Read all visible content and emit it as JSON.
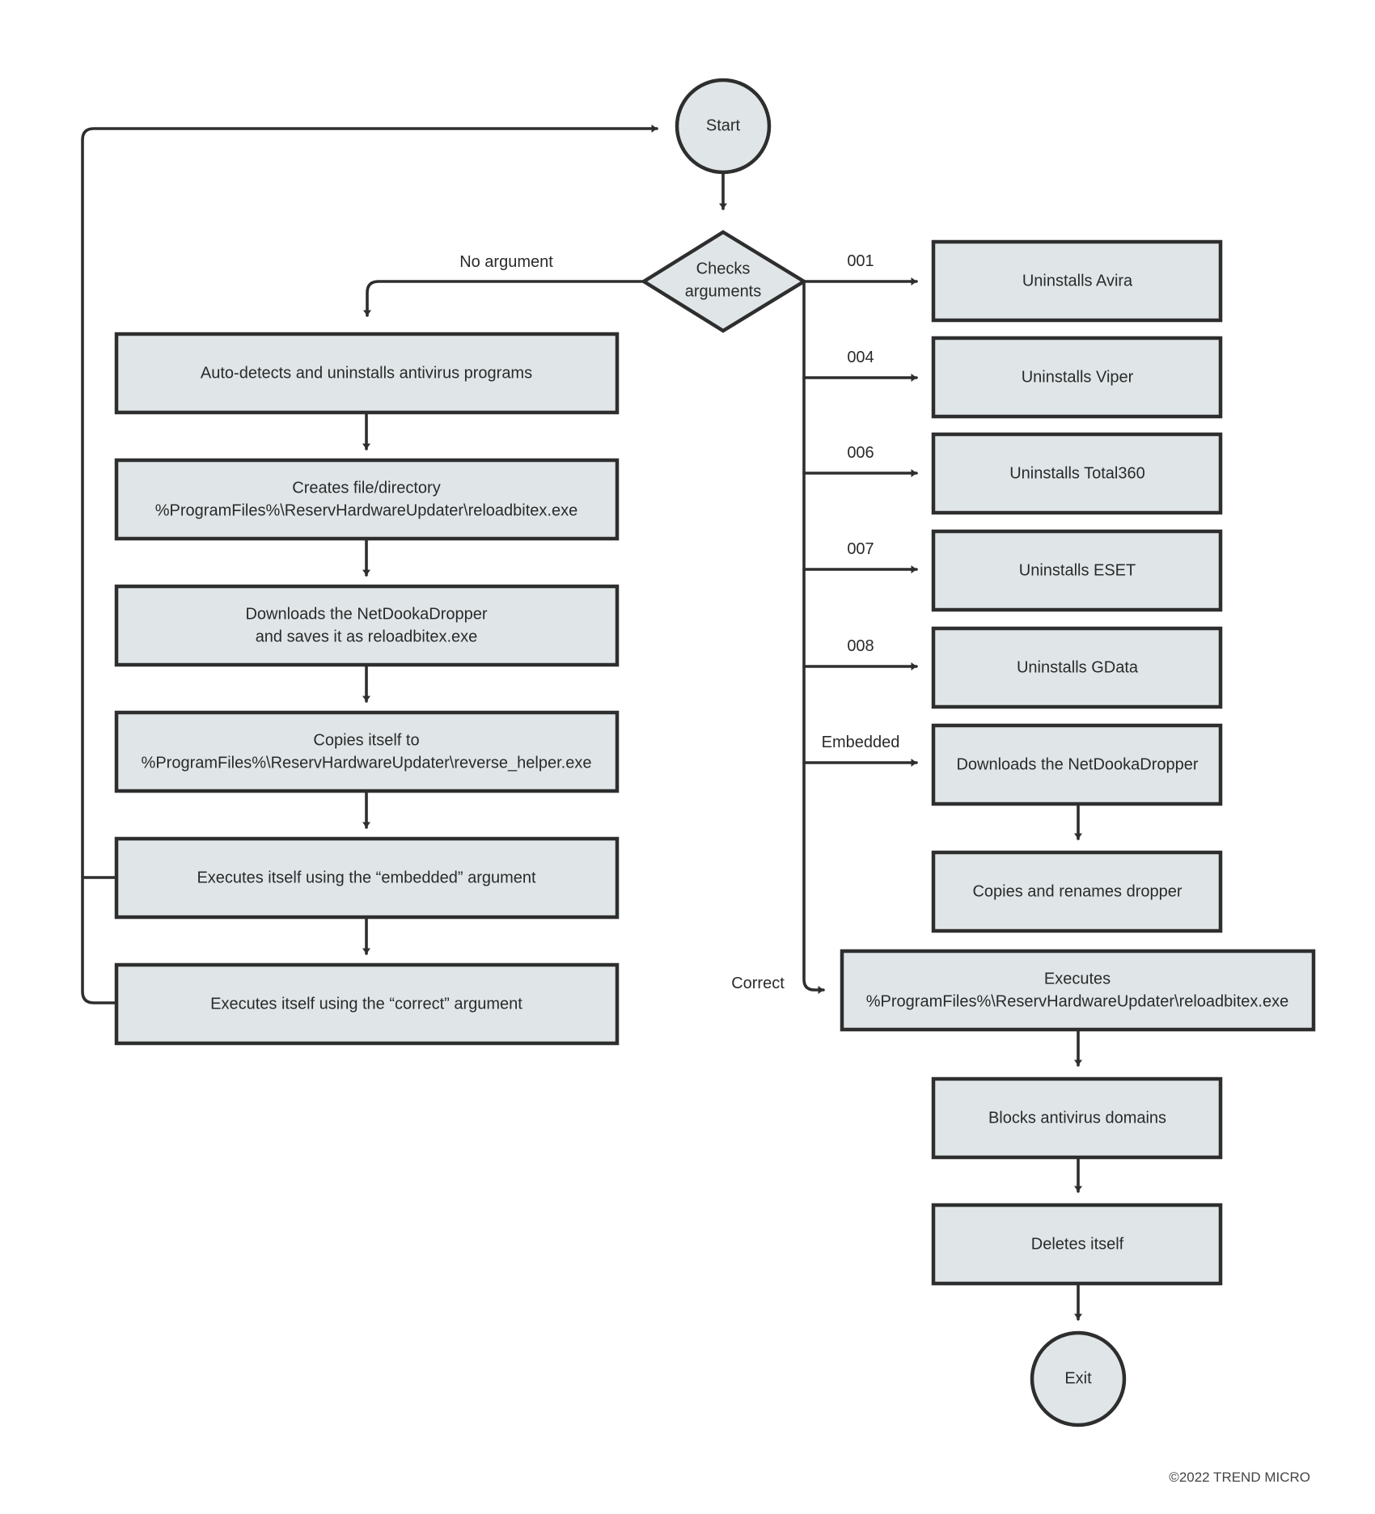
{
  "nodes": {
    "start": "Start",
    "checks": [
      "Checks",
      "arguments"
    ],
    "auto_detects": "Auto-detects and uninstalls antivirus programs",
    "creates_file": [
      "Creates file/directory",
      "%ProgramFiles%\\ReservHardwareUpdater\\reloadbitex.exe"
    ],
    "downloads_left": [
      "Downloads the NetDookaDropper",
      "and saves it as reloadbitex.exe"
    ],
    "copies_itself": [
      "Copies itself to",
      "%ProgramFiles%\\ReservHardwareUpdater\\reverse_helper.exe"
    ],
    "exec_embedded": "Executes itself using the “embedded” argument",
    "exec_correct": "Executes itself using the “correct” argument",
    "avira": "Uninstalls Avira",
    "viper": "Uninstalls Viper",
    "total360": "Uninstalls Total360",
    "eset": "Uninstalls ESET",
    "gdata": "Uninstalls GData",
    "downloads_right": "Downloads the NetDookaDropper",
    "copies_renames": "Copies and renames dropper",
    "executes_reload": [
      "Executes",
      "%ProgramFiles%\\ReservHardwareUpdater\\reloadbitex.exe"
    ],
    "blocks_domains": "Blocks antivirus domains",
    "deletes_itself": "Deletes itself",
    "exit": "Exit"
  },
  "edge_labels": {
    "no_argument": "No argument",
    "a001": "001",
    "a004": "004",
    "a006": "006",
    "a007": "007",
    "a008": "008",
    "embedded": "Embedded",
    "correct": "Correct"
  },
  "copyright": "©2022 TREND MICRO"
}
